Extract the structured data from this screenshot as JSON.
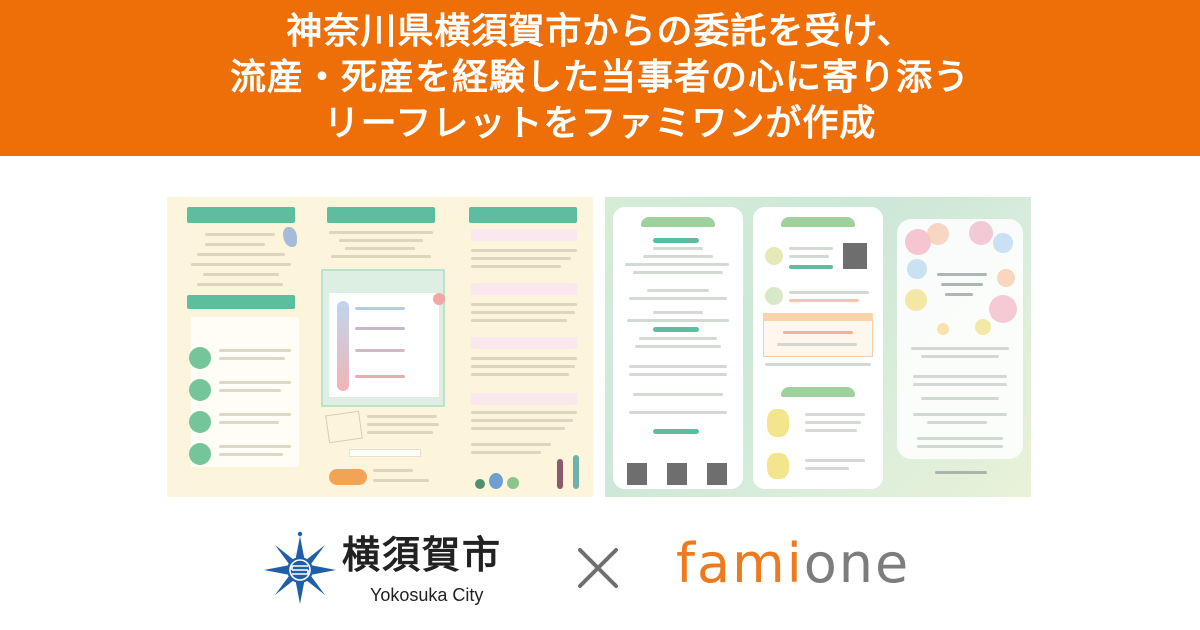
{
  "header": {
    "background_color": "#EE6E08",
    "headline_lines": [
      "神奈川県横須賀市からの委託を受け、",
      "流産・死産を経験した当事者の心に寄り添う",
      "リーフレットをファミワンが作成"
    ]
  },
  "leaflets": {
    "left": {
      "description": "leaflet-spread-cream-green",
      "background": "#FDF4DC",
      "accent": "#5DBD9F"
    },
    "right": {
      "description": "leaflet-spread-green-floral",
      "background": "#D6ECD6",
      "accent": "#9ED19B"
    }
  },
  "logos": {
    "yokosuka": {
      "name_ja": "横須賀市",
      "name_en": "Yokosuka City",
      "color": "#1F5FA8"
    },
    "separator": "×",
    "famione": {
      "part1": "fami",
      "part2": "one",
      "color1": "#EE7A1E",
      "color2": "#7D7D7D"
    }
  }
}
